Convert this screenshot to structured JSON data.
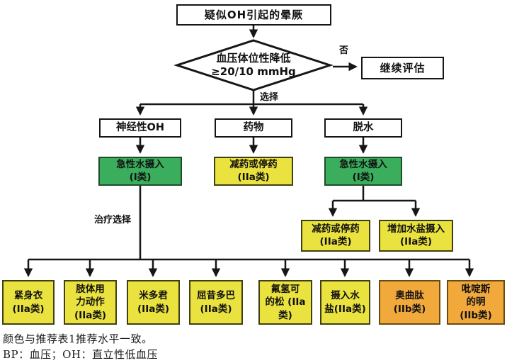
{
  "colors": {
    "class_i_green": "#3aae5c",
    "class_iia_yellow": "#eae23f",
    "class_iib_orange": "#f2a93b",
    "line_black": "#161616"
  },
  "flowchart": {
    "start": "疑似OH引起的晕厥",
    "decision": {
      "line1": "血压体位性降低",
      "line2": "≥20/10 mmHg"
    },
    "no_label": "否",
    "continue_eval": "继续评估",
    "select_label": "选择",
    "treatment_select_label": "治疗选择",
    "causes": [
      {
        "label": "神经性OH"
      },
      {
        "label": "药物"
      },
      {
        "label": "脱水"
      }
    ],
    "primary_actions": [
      {
        "lines": [
          "急性水摄入",
          "(I类)"
        ],
        "level": "green"
      },
      {
        "lines": [
          "减药或停药",
          "(IIa类)"
        ],
        "level": "yellow"
      },
      {
        "lines": [
          "急性水摄入",
          "(I类)"
        ],
        "level": "green"
      }
    ],
    "dehydration_actions": [
      {
        "lines": [
          "减药或停药",
          "(IIa类)"
        ],
        "level": "yellow"
      },
      {
        "lines": [
          "增加水盐摄入",
          "(IIa类)"
        ],
        "level": "yellow"
      }
    ],
    "treatments": [
      {
        "lines": [
          "紧身衣",
          "(IIa类)"
        ],
        "level": "yellow"
      },
      {
        "lines": [
          "肢体用",
          "力动作",
          "(IIa类)"
        ],
        "level": "yellow"
      },
      {
        "lines": [
          "米多君",
          "(IIa类)"
        ],
        "level": "yellow"
      },
      {
        "lines": [
          "屈昔多巴",
          "(IIa类)"
        ],
        "level": "yellow"
      },
      {
        "lines": [
          "氟氢可",
          "的松 (IIa",
          "类)"
        ],
        "level": "yellow"
      },
      {
        "lines": [
          "摄入水",
          "盐(IIa类)"
        ],
        "level": "yellow"
      },
      {
        "lines": [
          "奥曲肽",
          "(IIb类)"
        ],
        "level": "orange"
      },
      {
        "lines": [
          "吡啶斯",
          "的明",
          "(IIb类)"
        ],
        "level": "orange"
      }
    ],
    "notes": [
      "颜色与推荐表1推荐水平一致。",
      "BP：血压；OH：直立性低血压"
    ]
  }
}
